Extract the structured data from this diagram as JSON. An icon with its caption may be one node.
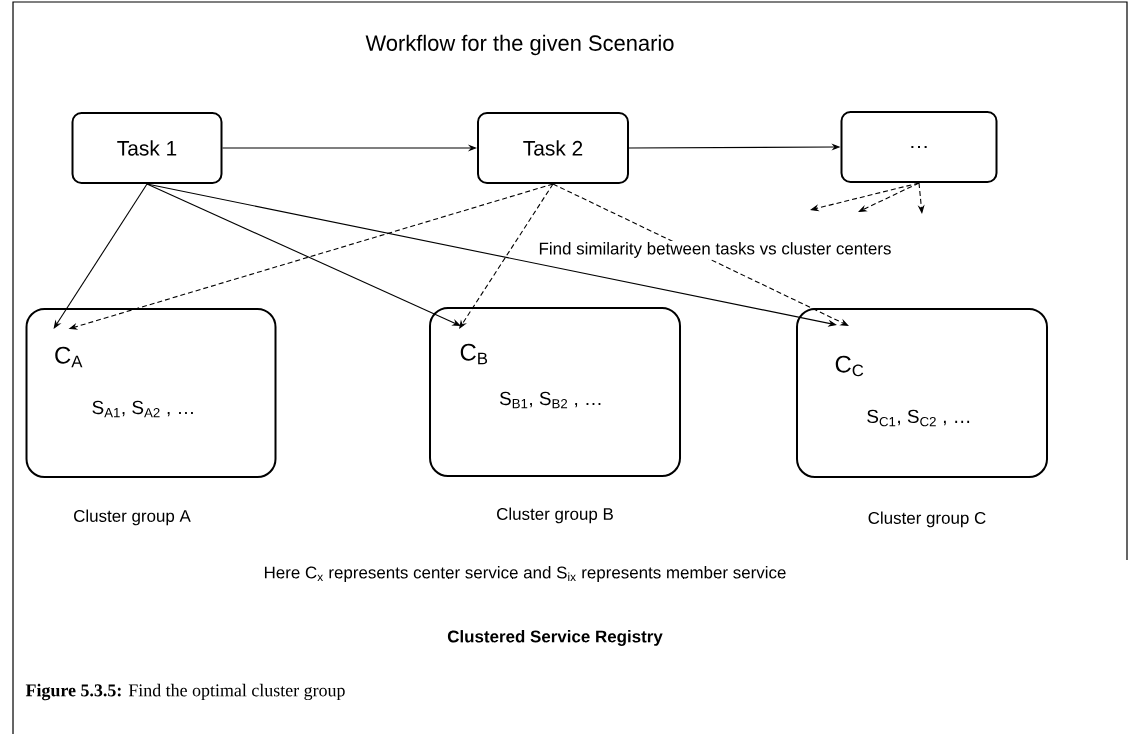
{
  "diagram": {
    "title": "Workflow for the given Scenario",
    "caption": "**Figure 5.3.5:** Find the optimal cluster group",
    "nodes": [
      {
        "text": [
          "Task 1"
        ]
      },
      {
        "text": [
          "Task 2"
        ]
      },
      {
        "text": [
          "…"
        ]
      },
      {
        "text": [
          "C$_{A}$",
          "S$_{A1}$, S$_{A2}$ , …"
        ],
        "beside": [
          "Cluster group A"
        ]
      },
      {
        "text": [
          "C$_{B}$",
          "S$_{B1}$, S$_{B2}$ , …"
        ],
        "beside": [
          "Cluster group B"
        ]
      },
      {
        "text": [
          "C$_{C}$",
          "S$_{C1}$, S$_{C2}$ , …"
        ],
        "beside": [
          "Cluster group C"
        ]
      }
    ],
    "edges": [
      {
        "from": 0,
        "to": 1,
        "arrow": "to"
      },
      {
        "from": 1,
        "to": 2,
        "arrow": "to"
      },
      {
        "from": 0,
        "to": 3,
        "arrow": "to"
      },
      {
        "from": 0,
        "to": 4,
        "arrow": "to"
      },
      {
        "from": 0,
        "to": 5,
        "arrow": "to"
      },
      {
        "from": 1,
        "to": 3,
        "arrow": "to",
        "style": "dashed"
      },
      {
        "from": 1,
        "to": 4,
        "arrow": "to",
        "style": "dashed"
      },
      {
        "from": 1,
        "to": 5,
        "arrow": "to",
        "style": "dashed"
      },
      {
        "from": 2,
        "to": null,
        "arrow": "to",
        "style": "dashed"
      },
      {
        "from": 2,
        "to": null,
        "arrow": "to",
        "style": "dashed"
      },
      {
        "from": 2,
        "to": null,
        "arrow": "to",
        "style": "dashed"
      }
    ],
    "labels": [
      "Find similarity between tasks vs cluster centers",
      "Here C$_{x}$ represents center service and S$_{ix}$ represents member service",
      "Clustered Service Registry"
    ]
  }
}
